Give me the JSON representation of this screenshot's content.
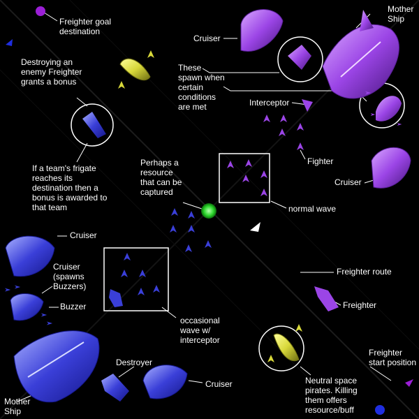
{
  "labels": {
    "freighter_goal": [
      "Freighter goal",
      "destination"
    ],
    "cruiser_top": "Cruiser",
    "mother_ship_top": [
      "Mother",
      "Ship"
    ],
    "bonus_destroy": [
      "Destroying an",
      "enemy Freighter",
      "grants a bonus"
    ],
    "spawn_conditions": [
      "These",
      "spawn when",
      "certain",
      "conditions",
      "are met"
    ],
    "interceptor": "Interceptor",
    "fighter": "Fighter",
    "frigate_bonus": [
      "If a team's frigate",
      "reaches its",
      "destination then a",
      "bonus is awarded to",
      "that team"
    ],
    "resource": [
      "Perhaps a",
      "resource",
      "that can be",
      "captured"
    ],
    "cruiser_right": "Cruiser",
    "normal_wave": "normal wave",
    "cruiser_left": "Cruiser",
    "cruiser_spawns": [
      "Cruiser",
      "(spawns",
      "Buzzers)"
    ],
    "buzzer": "Buzzer",
    "freighter_route": "Freighter route",
    "freighter": "Freighter",
    "occasional_wave": [
      "occasional",
      "wave w/",
      "interceptor"
    ],
    "destroyer": "Destroyer",
    "cruiser_bottom": "Cruiser",
    "freighter_start": [
      "Freighter",
      "start position"
    ],
    "neutral_pirates": [
      "Neutral space",
      "pirates. Killing",
      "them offers",
      "resource/buff"
    ],
    "mother_ship_bottom": [
      "Mother",
      "Ship"
    ]
  },
  "colors": {
    "purple_team": "#9b45e6",
    "blue_team": "#3a3fd8",
    "pirates": "#d8d83a",
    "resource": "#2ed82e",
    "goal_marker": "#9b1fd6",
    "start_marker": "#1f2ee0"
  },
  "icons": [
    "goal-marker-icon",
    "triangle-marker-icon",
    "resource-icon",
    "route-arrow-icon"
  ]
}
